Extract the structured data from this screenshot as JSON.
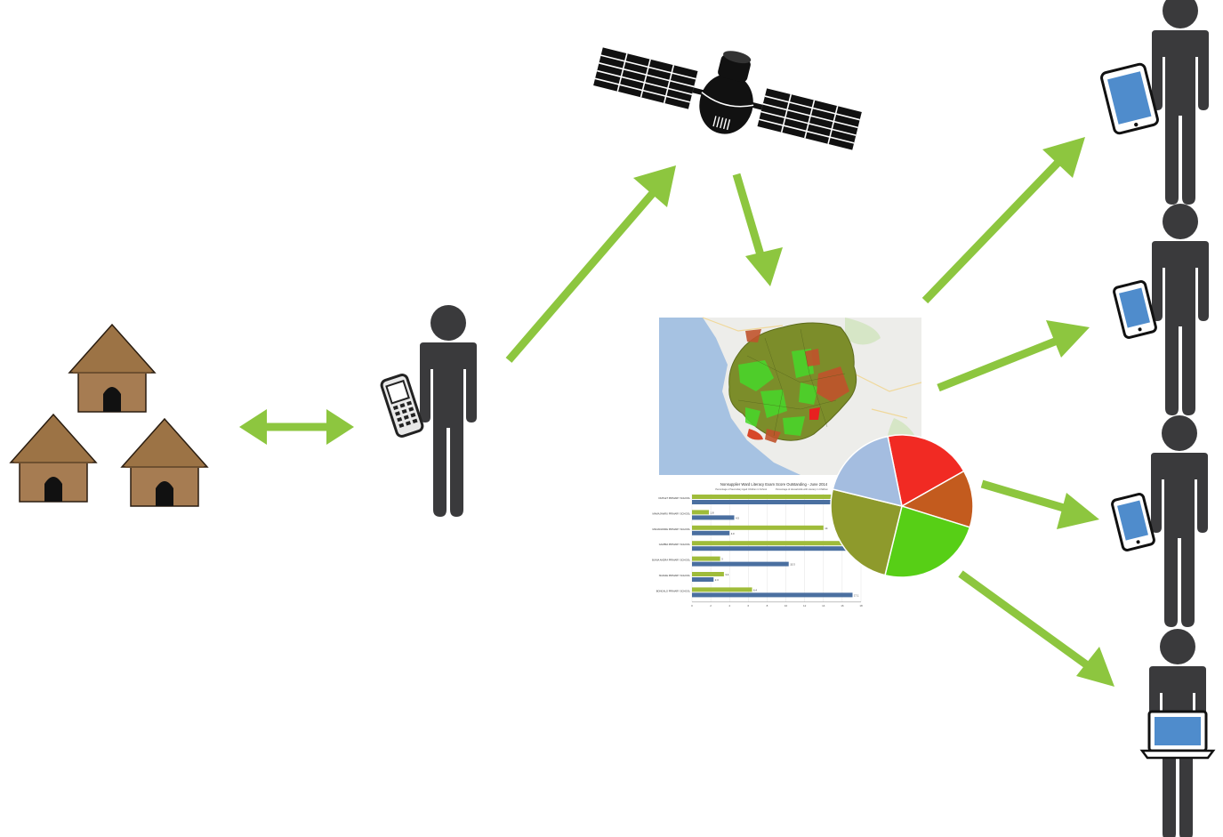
{
  "diagram": {
    "nodes": [
      {
        "id": "village",
        "icon": "huts-icon"
      },
      {
        "id": "field-worker",
        "icon": "person-with-phone-icon"
      },
      {
        "id": "satellite",
        "icon": "satellite-icon"
      },
      {
        "id": "dashboard",
        "icon": "map-and-charts-icon"
      },
      {
        "id": "user-1",
        "icon": "person-with-tablet-icon"
      },
      {
        "id": "user-2",
        "icon": "person-with-phone-icon"
      },
      {
        "id": "user-3",
        "icon": "person-with-phone-icon"
      },
      {
        "id": "user-4",
        "icon": "person-with-laptop-icon"
      }
    ],
    "edges": [
      {
        "from": "village",
        "to": "field-worker",
        "direction": "both"
      },
      {
        "from": "field-worker",
        "to": "satellite",
        "direction": "forward"
      },
      {
        "from": "satellite",
        "to": "dashboard",
        "direction": "forward"
      },
      {
        "from": "dashboard",
        "to": "user-1",
        "direction": "forward"
      },
      {
        "from": "dashboard",
        "to": "user-2",
        "direction": "forward"
      },
      {
        "from": "dashboard",
        "to": "user-3",
        "direction": "forward"
      },
      {
        "from": "dashboard",
        "to": "user-4",
        "direction": "forward"
      }
    ],
    "colors": {
      "arrow": "#8dc63f",
      "person": "#3a3a3c",
      "hut_wall": "#a67c52",
      "hut_roof": "#9c7345",
      "screen": "#4f8ccc",
      "sea": "#a6c2e2"
    }
  },
  "chart_data": [
    {
      "type": "bar",
      "title": "Nonsupplier Ward Literacy Exam Score Outstanding - June 2014",
      "legend": [
        "Percentage of Secondary Aged Children in School",
        "Percentage of Households with Literacy in Children"
      ],
      "categories": [
        "DUPLET PRIMARY SCHOOL",
        "MAMAJAWRU PRIMARY SCHOOL",
        "MANAKWARE PRIMARY SCHOOL",
        "GAMBIA PRIMARY SCHOOL",
        "BUNIA ANDRA PRIMARY SCHOOL",
        "NGINAE PRIMARY SCHOOL",
        "BONGALO PRIMARY SCHOOL"
      ],
      "series": [
        {
          "color": "#9fbc3a",
          "values": [
            29,
            1.8,
            14.0,
            18.3,
            3,
            3.4,
            6.4
          ]
        },
        {
          "color": "#4a6fa0",
          "values": [
            30,
            4.5,
            4.0,
            30,
            10.3,
            2.3,
            17.1
          ]
        }
      ],
      "value_labels": {
        "series0": [
          "",
          "1.8",
          "14",
          "18.3",
          "3",
          "3.4",
          "6.4"
        ],
        "series1": [
          "",
          "4.5",
          "4.0",
          "",
          "10.3",
          "2.3",
          "17.1"
        ]
      },
      "x_ticks": [
        "0",
        "2",
        "4",
        "6",
        "8",
        "10",
        "12",
        "14",
        "16",
        "18"
      ],
      "xlim": [
        0,
        18
      ]
    },
    {
      "type": "pie",
      "slices": [
        {
          "value": 20,
          "color": "#f12a23"
        },
        {
          "value": 13,
          "color": "#c35b1e"
        },
        {
          "value": 24,
          "color": "#57cf16"
        },
        {
          "value": 25,
          "color": "#8e9a2c"
        },
        {
          "value": 18,
          "color": "#a4bde0"
        }
      ]
    }
  ]
}
